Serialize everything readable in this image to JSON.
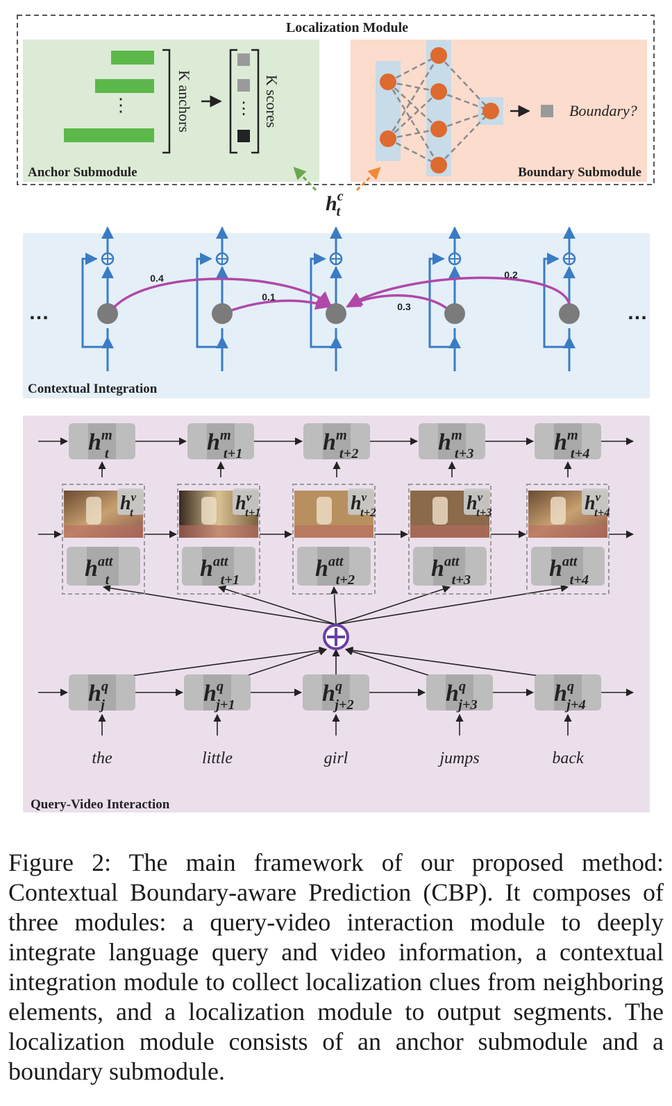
{
  "localization": {
    "title": "Localization Module",
    "anchor_label": "Anchor Submodule",
    "boundary_label": "Boundary Submodule",
    "anchors_text": "K anchors",
    "scores_text": "K scores",
    "boundary_question": "Boundary?",
    "hidden_base": "h",
    "hidden_sup": "c",
    "hidden_sub": "t"
  },
  "contextual": {
    "label": "Contextual Integration",
    "weights": [
      "0.4",
      "0.1",
      "0.3",
      "0.2"
    ],
    "ellipsis": "…"
  },
  "query_video": {
    "label": "Query-Video Interaction",
    "subs": [
      "t",
      "t+1",
      "t+2",
      "t+3",
      "t+4"
    ],
    "q_subs": [
      "j",
      "j+1",
      "j+2",
      "j+3",
      "j+4"
    ],
    "words": [
      "the",
      "little",
      "girl",
      "jumps",
      "back"
    ],
    "h_letter": "h",
    "m_sup": "m",
    "v_sup": "v",
    "att_sup": "att",
    "q_sup": "q"
  },
  "caption": "Figure 2: The main framework of our proposed method: Contextual Boundary-aware Prediction (CBP). It composes of three modules: a query-video interaction module to deeply integrate language query and video information, a contextual integration module to collect localization clues from neighboring elements, and a localization module to output segments. The localization module consists of an anchor submodule and a boundary submodule.",
  "colors": {
    "anchor_bg": "#dcebd6",
    "boundary_bg": "#fbdccd",
    "context_bg": "#e4eff8",
    "interaction_bg": "#ecdfec",
    "anchor_bar": "#5cb84a",
    "neuron": "#dd6a2e",
    "arrow_blue": "#3a7cc4",
    "arc_magenta": "#b048a8",
    "node_gray": "#7b7b7b",
    "plus_purple": "#6a3fa5"
  }
}
